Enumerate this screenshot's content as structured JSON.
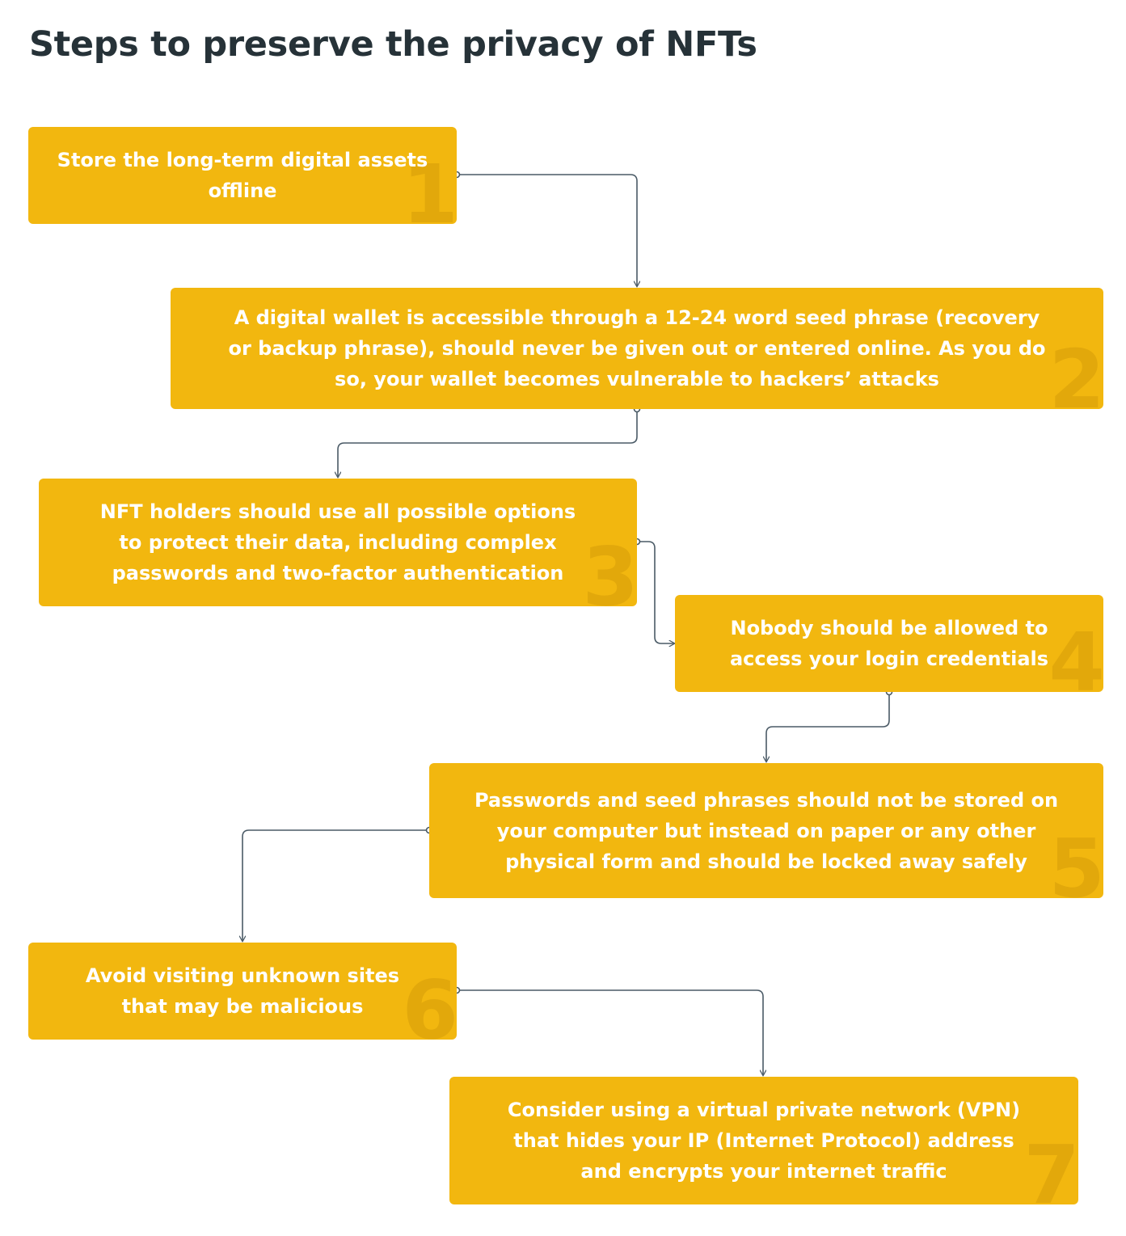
{
  "title": "Steps to preserve the privacy of NFTs",
  "colors": {
    "box": "#f2b70f",
    "title": "#263238",
    "connector": "#4a5a66",
    "text": "#ffffff"
  },
  "steps": [
    {
      "number": "1",
      "text": "Store the long-term digital assets offline"
    },
    {
      "number": "2",
      "text": "A digital wallet is accessible through a 12-24 word seed phrase (recovery or backup phrase), should never be given out or entered online. As you do so, your wallet becomes vulnerable to hackers’ attacks"
    },
    {
      "number": "3",
      "text": "NFT holders should use all possible options to protect their data, including complex passwords and two-factor authentication"
    },
    {
      "number": "4",
      "text": "Nobody should be allowed to access your login credentials"
    },
    {
      "number": "5",
      "text": "Passwords and seed phrases should not be stored on your computer but instead on paper or any other physical form and should be locked away safely"
    },
    {
      "number": "6",
      "text": "Avoid visiting unknown sites that may be malicious"
    },
    {
      "number": "7",
      "text": "Consider using a virtual private network (VPN) that hides your IP (Internet Protocol) address and encrypts your internet traffic"
    }
  ]
}
